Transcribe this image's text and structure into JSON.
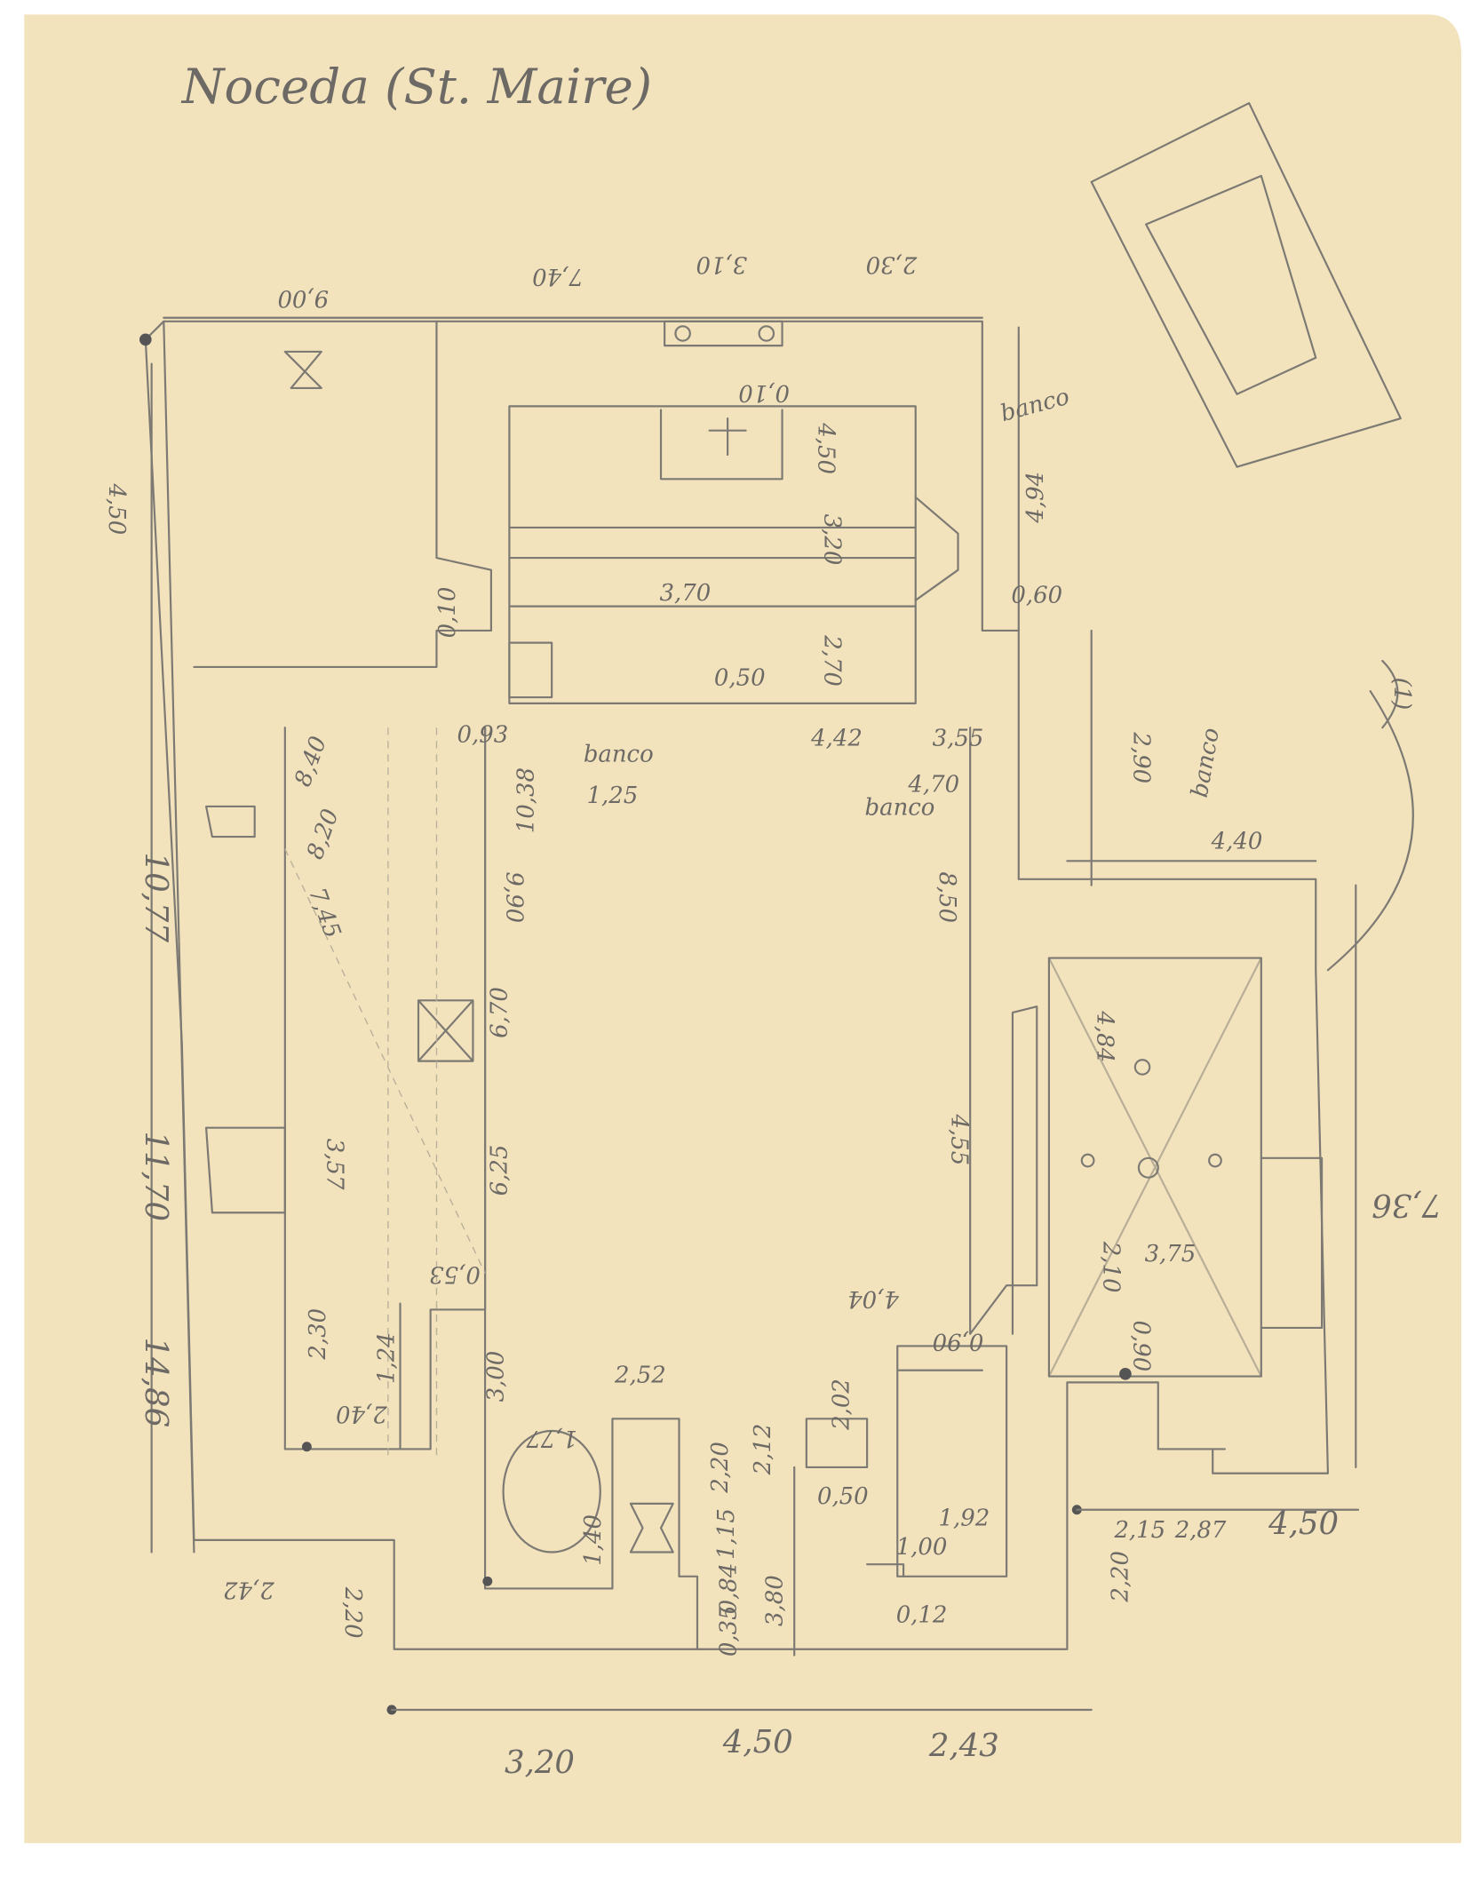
{
  "title": "Noceda (St. Maire)",
  "paper_color": "#f3e3bd",
  "ink_color": "#7d7a74",
  "annotations": {
    "note": "(1)",
    "banco_1": "banco",
    "banco_2": "banco",
    "banco_3": "banco",
    "banco_4": "banco"
  },
  "dimensions": [
    "9,00",
    "7,40",
    "3,10",
    "2,30",
    "0,10",
    "4,50",
    "4,94",
    "4,50",
    "3,20",
    "2,70",
    "3,70",
    "0,10",
    "0,50",
    "0,60",
    "0,93",
    "1,25",
    "10,38",
    "4,42",
    "3,55",
    "4,70",
    "8,40",
    "8,20",
    "7,45",
    "9,90",
    "6,70",
    "8,50",
    "2,90",
    "4,40",
    "10,77",
    "4,84",
    "4,55",
    "11,70",
    "3,57",
    "6,25",
    "0,53",
    "4,04",
    "3,75",
    "2,10",
    "0,90",
    "0,90",
    "14,86",
    "2,30",
    "1,24",
    "2,40",
    "3,00",
    "2,52",
    "1,77",
    "2,20",
    "2,12",
    "2,02",
    "1,40",
    "1,15",
    "2,42",
    "2,20",
    "0,50",
    "1,92",
    "1,00",
    "0,12",
    "0,84",
    "0,35",
    "3,80",
    "2,15",
    "2,87",
    "4,50",
    "2,20",
    "7,36",
    "3,20",
    "4,50",
    "2,43"
  ]
}
